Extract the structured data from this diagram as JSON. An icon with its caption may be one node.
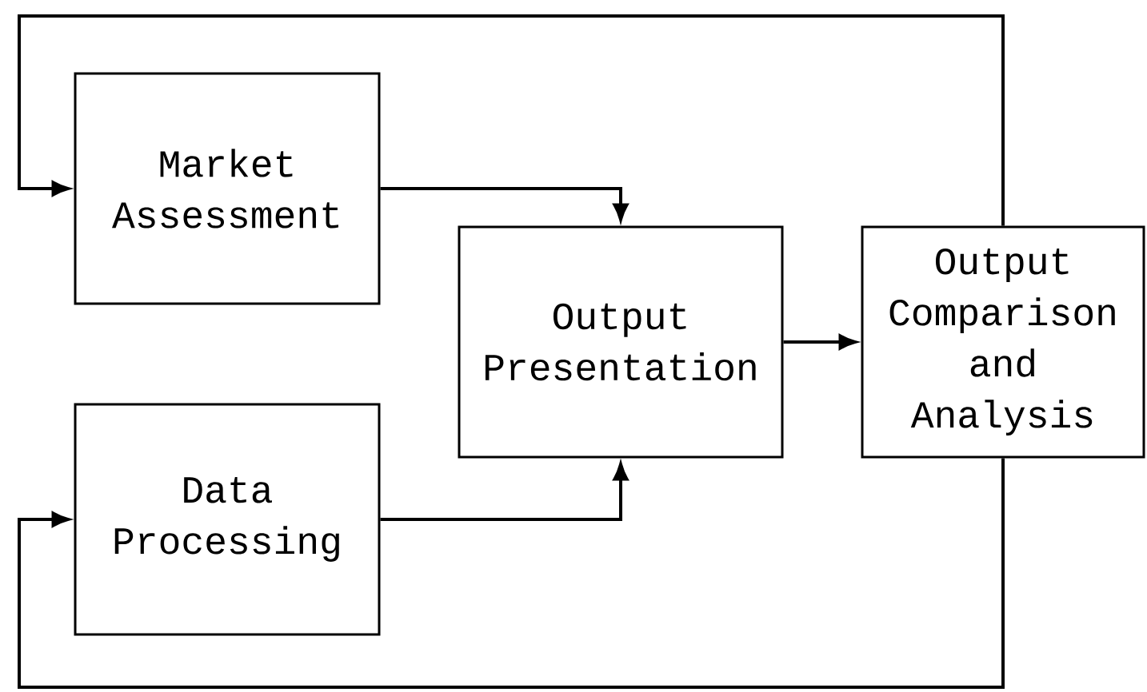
{
  "diagram": {
    "nodes": [
      {
        "text": [
          "Market Assessment"
        ]
      },
      {
        "text": [
          "Data Processing"
        ]
      },
      {
        "text": [
          "Output Presentation"
        ]
      },
      {
        "text": [
          "Output Comparison and Analysis"
        ]
      }
    ],
    "edges": [
      {
        "from": 0,
        "to": 2,
        "arrow": "to"
      },
      {
        "from": 1,
        "to": 2,
        "arrow": "to"
      },
      {
        "from": 2,
        "to": 3,
        "arrow": "to"
      },
      {
        "from": 3,
        "to": 0,
        "arrow": "to"
      },
      {
        "from": 3,
        "to": 1,
        "arrow": "to"
      }
    ]
  }
}
